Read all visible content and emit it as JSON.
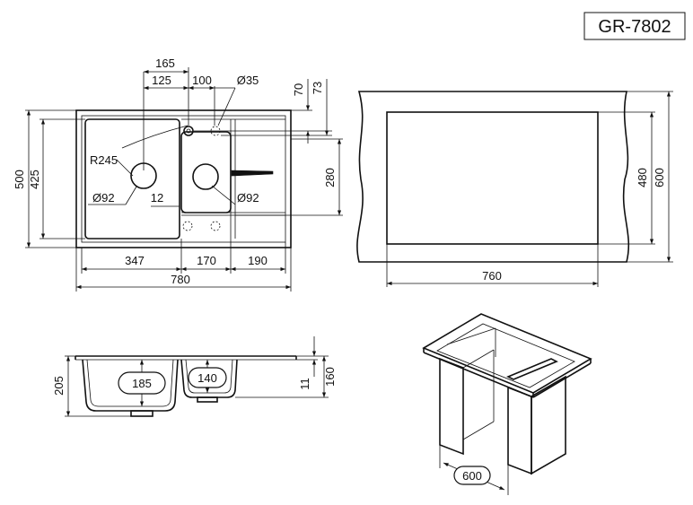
{
  "model": "GR-7802",
  "top_view": {
    "dims": {
      "d165": "165",
      "d125": "125",
      "d100": "100",
      "d35": "Ø35",
      "d70": "70",
      "d73": "73",
      "d500": "500",
      "d425": "425",
      "r245": "R245",
      "d92_left": "Ø92",
      "d12": "12",
      "d92_right": "Ø92",
      "d280": "280",
      "d347": "347",
      "d170": "170",
      "d190": "190",
      "d780": "780"
    }
  },
  "cutout_view": {
    "dims": {
      "d480": "480",
      "d600": "600",
      "d760": "760"
    }
  },
  "section_view": {
    "dims": {
      "d205": "205",
      "d185": "185",
      "d140": "140",
      "d11": "11",
      "d160": "160"
    }
  },
  "cabinet_view": {
    "dims": {
      "d600": "600"
    }
  }
}
